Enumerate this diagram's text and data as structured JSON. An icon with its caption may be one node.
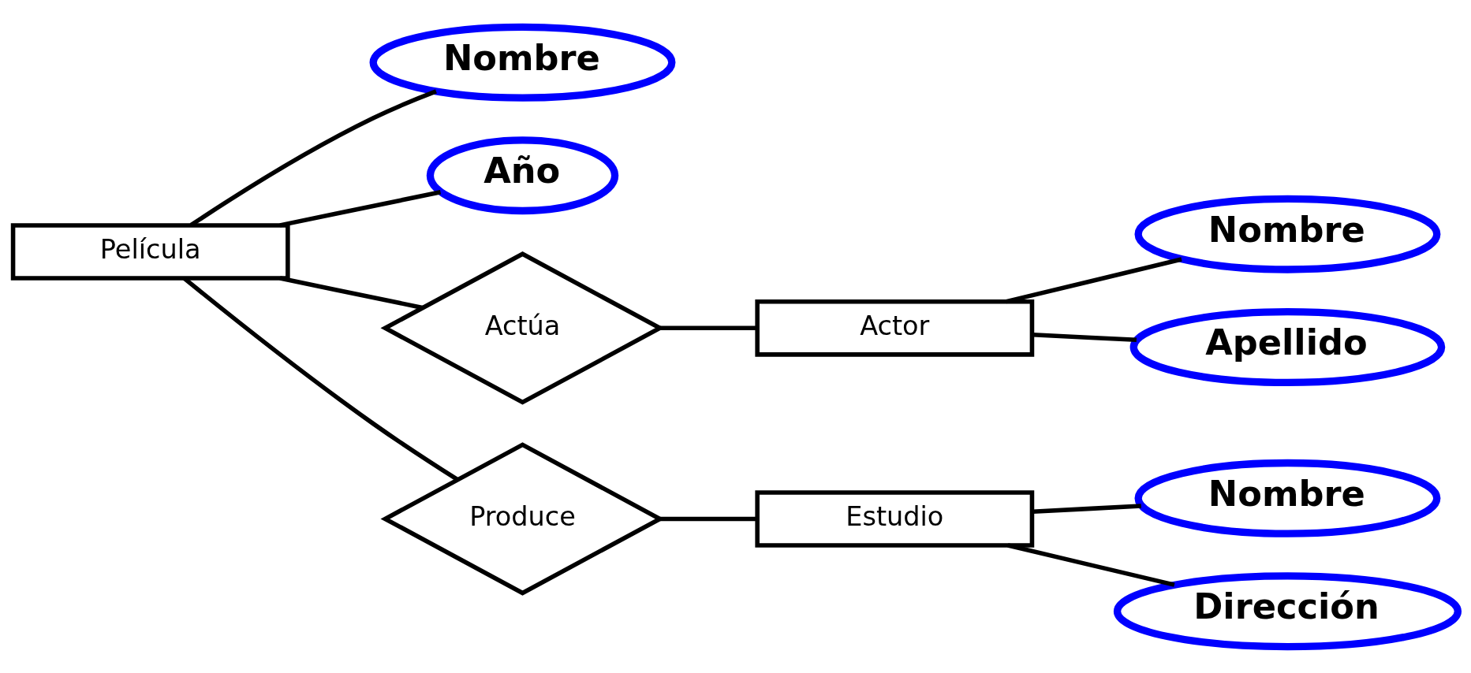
{
  "diagram": {
    "nodes": [
      {
        "text": [
          "Nombre"
        ]
      },
      {
        "text": [
          "Año"
        ]
      },
      {
        "text": [
          "Nombre"
        ]
      },
      {
        "text": [
          "Apellido"
        ]
      },
      {
        "text": [
          "Película"
        ]
      },
      {
        "text": [
          "Actúa"
        ]
      },
      {
        "text": [
          "Actor"
        ]
      },
      {
        "text": [
          "Produce"
        ]
      },
      {
        "text": [
          "Estudio"
        ]
      },
      {
        "text": [
          "Nombre"
        ]
      },
      {
        "text": [
          "Dirección"
        ]
      }
    ],
    "edges": [
      {
        "from": 4,
        "to": 0,
        "arrow": "none"
      },
      {
        "from": 4,
        "to": 1,
        "arrow": "none"
      },
      {
        "from": 6,
        "to": 2,
        "arrow": "none"
      },
      {
        "from": 6,
        "to": 3,
        "arrow": "none"
      },
      {
        "from": 4,
        "to": 5,
        "arrow": "none"
      },
      {
        "from": 5,
        "to": 6,
        "arrow": "none"
      },
      {
        "from": 4,
        "to": 7,
        "arrow": "none"
      },
      {
        "from": 7,
        "to": 8,
        "arrow": "none"
      },
      {
        "from": 8,
        "to": 9,
        "arrow": "none"
      },
      {
        "from": 8,
        "to": 10,
        "arrow": "none"
      }
    ]
  }
}
